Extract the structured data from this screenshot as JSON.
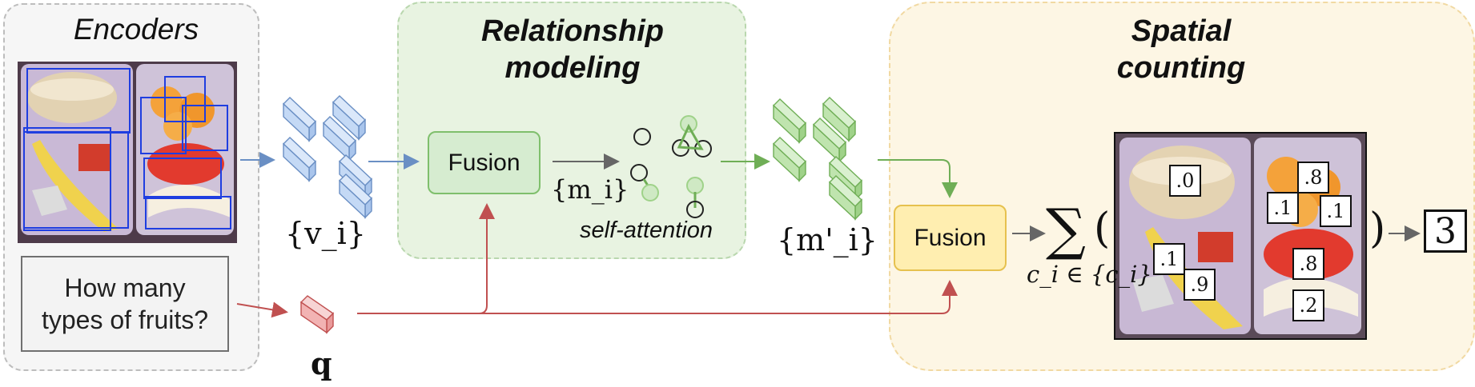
{
  "encoders": {
    "title": "Encoders"
  },
  "relationship": {
    "title": "Relationship\nmodeling",
    "fusion_label": "Fusion",
    "edge_label": "{m_i}",
    "caption": "self-attention"
  },
  "spatial": {
    "title": "Spatial\ncounting",
    "fusion_label": "Fusion",
    "sum_symbol": "∑",
    "sum_subscript": "c_i ∈ {c_i}",
    "open_paren": "(",
    "close_paren": ")",
    "result": "3"
  },
  "question": {
    "text": "How many\ntypes of fruits?"
  },
  "labels": {
    "object_features": "{v_i}",
    "refined_features": "{m'_i}",
    "question_feature": "q"
  },
  "probabilities": [
    {
      "id": "sandwich",
      "value": ".0"
    },
    {
      "id": "orange-top",
      "value": ".8"
    },
    {
      "id": "orange-left",
      "value": ".1"
    },
    {
      "id": "orange-right",
      "value": ".1"
    },
    {
      "id": "banana-a",
      "value": ".1"
    },
    {
      "id": "banana-b",
      "value": ".9"
    },
    {
      "id": "apple-a",
      "value": ".8"
    },
    {
      "id": "apple-b",
      "value": ".2"
    }
  ],
  "colors": {
    "object_features": "#b8d2f2",
    "refined_features": "#b7e1a6",
    "question": "#f2a7a7",
    "arrow_blue": "#6a8fc4",
    "arrow_green": "#6fae56",
    "arrow_red": "#c05050",
    "arrow_gray": "#666666"
  }
}
